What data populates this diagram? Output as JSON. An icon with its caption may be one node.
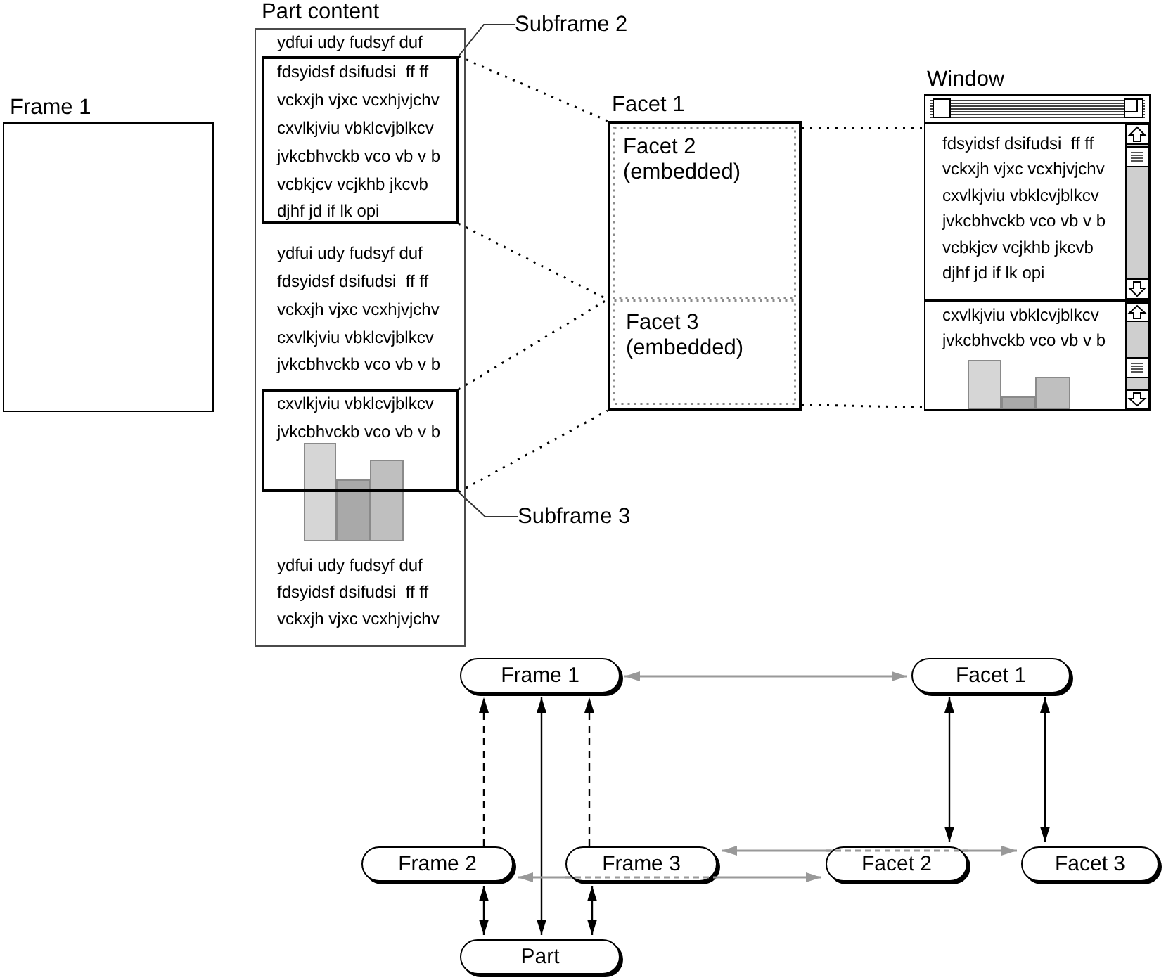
{
  "diagram": {
    "nodes": [
      {
        "text": [
          "Frame 1"
        ]
      },
      {
        "text": [
          "Part content",
          "ydfui udy fudsyf duf",
          "ydfui udy fudsyf duf",
          "fdsyidsf dsifudsi  ff ff",
          "vckxjh vjxc vcxhjvjchv",
          "cxvlkjviu vbklcvjblkcv",
          "jvkcbhvckb vco vb v b",
          "ydfui udy fudsyf duf",
          "fdsyidsf dsifudsi  ff ff",
          "vckxjh vjxc vcxhjvjchv"
        ]
      },
      {
        "text": [
          "fdsyidsf dsifudsi  ff ff",
          "vckxjh vjxc vcxhjvjchv",
          "cxvlkjviu vbklcvjblkcv",
          "jvkcbhvckb vco vb v b",
          "vcbkjcv vcjkhb jkcvb",
          "djhf jd if lk opi"
        ],
        "in": 1
      },
      {
        "text": [
          "cxvlkjviu vbklcvjblkcv",
          "jvkcbhvckb vco vb v b"
        ],
        "in": 1
      },
      {
        "text": [
          "Subframe 2"
        ]
      },
      {
        "text": [
          "Subframe 3"
        ]
      },
      {
        "text": [
          "Facet 1"
        ]
      },
      {
        "text": [
          "Facet 2 (embedded)"
        ],
        "in": 6
      },
      {
        "text": [
          "Facet 3 (embedded)"
        ],
        "in": 6
      },
      {
        "text": [
          "Window"
        ]
      },
      {
        "text": [
          "fdsyidsf dsifudsi  ff ff",
          "vckxjh vjxc vcxhjvjchv",
          "cxvlkjviu vbklcvjblkcv",
          "jvkcbhvckb vco vb v b",
          "vcbkjcv vcjkhb jkcvb",
          "djhf jd if lk opi"
        ],
        "in": 9
      },
      {
        "text": [
          "cxvlkjviu vbklcvjblkcv",
          "jvkcbhvckb vco vb v b"
        ],
        "in": 9
      },
      {
        "text": [
          "Frame 1"
        ]
      },
      {
        "text": [
          "Facet 1"
        ]
      },
      {
        "text": [
          "Frame 2"
        ]
      },
      {
        "text": [
          "Frame 3"
        ]
      },
      {
        "text": [
          "Facet 2"
        ]
      },
      {
        "text": [
          "Facet 3"
        ]
      },
      {
        "text": [
          "Part"
        ]
      }
    ],
    "edges": [
      {
        "from": 2,
        "to": 7,
        "arrow": "none",
        "style": "dashed"
      },
      {
        "from": 2,
        "to": 7,
        "arrow": "none",
        "style": "dashed"
      },
      {
        "from": 3,
        "to": 8,
        "arrow": "none",
        "style": "dashed"
      },
      {
        "from": 3,
        "to": 8,
        "arrow": "none",
        "style": "dashed"
      },
      {
        "from": 6,
        "to": 9,
        "arrow": "none",
        "style": "dashed"
      },
      {
        "from": 6,
        "to": 9,
        "arrow": "none",
        "style": "dashed"
      },
      {
        "from": 4,
        "to": 2,
        "arrow": "none"
      },
      {
        "from": 5,
        "to": 3,
        "arrow": "none"
      },
      {
        "from": 12,
        "to": 13,
        "arrow": "both",
        "color": "#999999"
      },
      {
        "from": 14,
        "to": 12,
        "arrow": "to",
        "style": "dashed"
      },
      {
        "from": 18,
        "to": 12,
        "arrow": "both"
      },
      {
        "from": 15,
        "to": 12,
        "arrow": "to",
        "style": "dashed"
      },
      {
        "from": 14,
        "to": 18,
        "arrow": "both"
      },
      {
        "from": 15,
        "to": 18,
        "arrow": "both"
      },
      {
        "from": 13,
        "to": 16,
        "arrow": "both"
      },
      {
        "from": 13,
        "to": 17,
        "arrow": "both"
      },
      {
        "from": 15,
        "to": 17,
        "arrow": "both",
        "color": "#999999"
      },
      {
        "from": 14,
        "to": 16,
        "arrow": "both",
        "color": "#999999"
      }
    ]
  }
}
